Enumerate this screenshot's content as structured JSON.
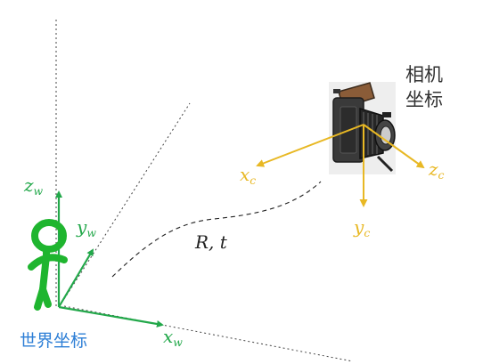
{
  "world": {
    "label": "世界坐标",
    "axes": {
      "z": {
        "base": "z",
        "sub": "w"
      },
      "y": {
        "base": "y",
        "sub": "w"
      },
      "x": {
        "base": "x",
        "sub": "w"
      }
    }
  },
  "camera": {
    "label_line1": "相机",
    "label_line2": "坐标",
    "axes": {
      "x": {
        "base": "x",
        "sub": "c"
      },
      "y": {
        "base": "y",
        "sub": "c"
      },
      "z": {
        "base": "z",
        "sub": "c"
      }
    }
  },
  "transform": {
    "label": "R, t"
  },
  "colors": {
    "world_axes": "#22a84a",
    "camera_axes": "#e8b824",
    "world_label": "#2e7fd6",
    "guide_lines": "#444444"
  }
}
